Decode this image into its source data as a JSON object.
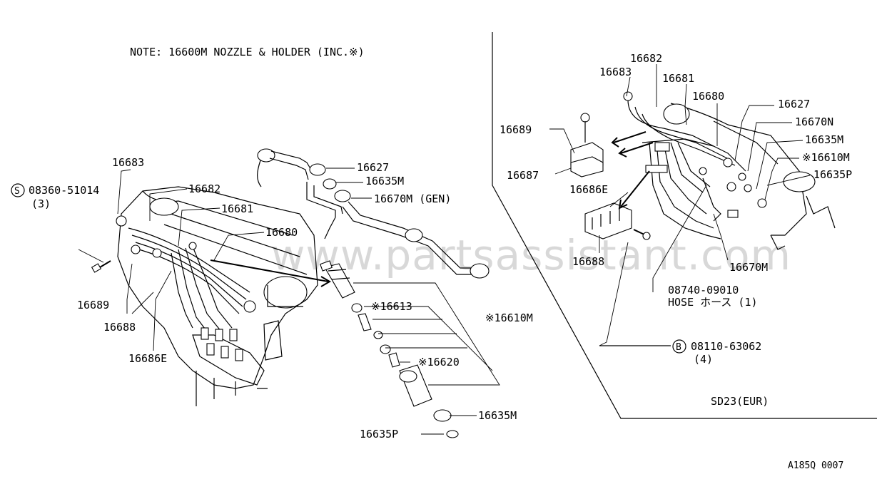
{
  "diagram": {
    "note": "NOTE: 16600M NOZZLE & HOLDER (INC.※)",
    "watermark": "www.partsassistant.com",
    "figure_code": "A185Q 0007",
    "right_panel_caption": "SD23(EUR)",
    "left_labels": {
      "p16683": "16683",
      "p16682": "16682",
      "p16681": "16681",
      "p16680": "16680",
      "p16689": "16689",
      "p16688": "16688",
      "p16686e": "16686E",
      "bolt_s_num": "08360-51014",
      "bolt_s_qty": "(3)",
      "bolt_s_marker": "S",
      "p16627": "16627",
      "p16635m_top": "16635M",
      "p16670m_gen": "16670M (GEN)",
      "p16613": "※16613",
      "p16610m": "※16610M",
      "p16620": "※16620",
      "p16635m_bot": "16635M",
      "p16635p": "16635P"
    },
    "right_labels": {
      "p16682": "16682",
      "p16683": "16683",
      "p16681": "16681",
      "p16680": "16680",
      "p16627": "16627",
      "p16670n": "16670N",
      "p16689": "16689",
      "p16635m": "16635M",
      "p16610m": "※16610M",
      "p16687": "16687",
      "p16635p": "16635P",
      "p16686e": "16686E",
      "p16688": "16688",
      "p16670m": "16670M",
      "hose_num": "08740-09010",
      "hose_desc": "HOSE ホース (1)",
      "bolt_b_num": "08110-63062",
      "bolt_b_qty": "(4)",
      "bolt_b_marker": "B"
    }
  }
}
